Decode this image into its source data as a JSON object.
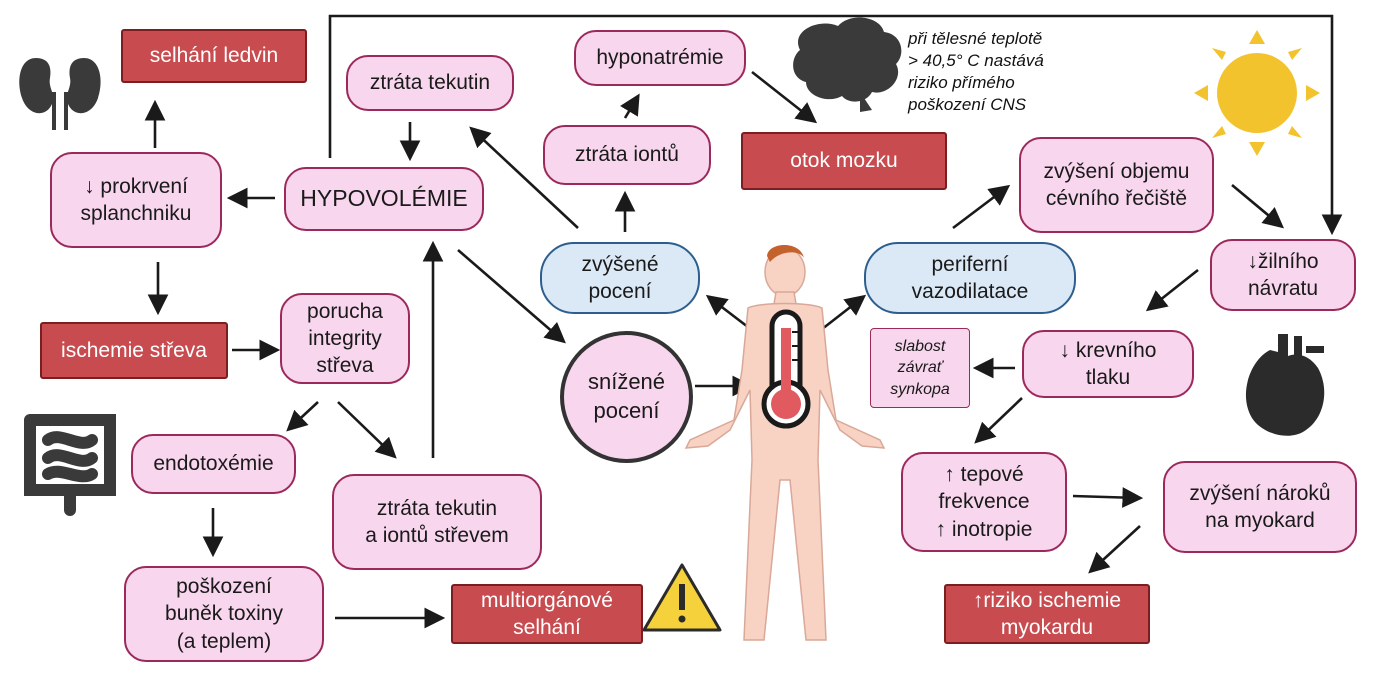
{
  "nodes": {
    "selhani_ledvin": "selhání ledvin",
    "prokrveni": "↓ prokrvení\nsplanchniku",
    "ischemie_streva": "ischemie střeva",
    "porucha": "porucha\nintegrity\nstřeva",
    "endotoxemie": "endotoxémie",
    "poskozeni_bunek": "poškození\nbuněk toxiny\n(a teplem)",
    "ztrata_tekutin_streva": "ztráta tekutin\na iontů střevem",
    "multiorganove": "multiorgánové\nselhání",
    "ztrata_tekutin": "ztráta tekutin",
    "hypovolemie": "HYPOVOLÉMIE",
    "snizene_poceni": "snížené\npocení",
    "zvysene_poceni": "zvýšené\npocení",
    "ztrata_iontu": "ztráta iontů",
    "hyponatremie": "hyponatrémie",
    "otok_mozku": "otok mozku",
    "periferni": "periferní\nvazodilatace",
    "objem": "zvýšení objemu\ncévního řečiště",
    "zilni": "↓žilního\nnávratu",
    "krevni_tlak": "↓ krevního\ntlaku",
    "slabost": "slabost\nzávrať\nsynkopa",
    "tepove": "↑ tepové\nfrekvence\n↑ inotropie",
    "naroky": "zvýšení nároků\nna myokard",
    "riziko": "↑riziko ischemie\nmyokardu"
  },
  "cns_note": "při tělesné teplotě\n> 40,5° C nastává\nriziko přímého\npoškození CNS",
  "icons": [
    "kidneys-icon",
    "intestine-icon",
    "brain-icon",
    "sun-icon",
    "heart-icon",
    "warning-icon",
    "thermometer-icon",
    "human-body-icon"
  ],
  "colors": {
    "pink": "#f7d6ee",
    "red": "#c84b4f",
    "blue": "#dbe9f7",
    "icon": "#3a3a3a",
    "sun": "#f3c32e"
  }
}
